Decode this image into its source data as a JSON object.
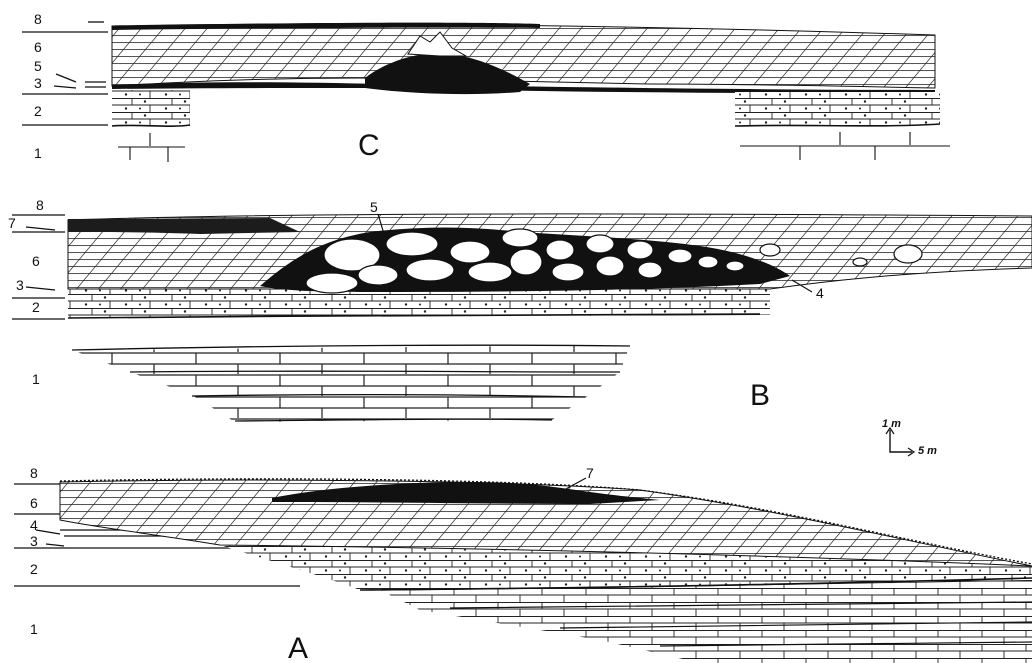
{
  "sections": [
    {
      "id": "C",
      "title": "C",
      "layers": [
        "8",
        "6",
        "5",
        "3",
        "2",
        "1"
      ]
    },
    {
      "id": "B",
      "title": "B",
      "layers": [
        "8",
        "7",
        "6",
        "3",
        "2",
        "1"
      ],
      "annotations": [
        "5",
        "4"
      ]
    },
    {
      "id": "A",
      "title": "A",
      "layers": [
        "8",
        "6",
        "4",
        "3",
        "2",
        "1"
      ],
      "annotations": [
        "7"
      ]
    }
  ],
  "scale": {
    "vertical": "1 m",
    "horizontal": "5 m"
  }
}
